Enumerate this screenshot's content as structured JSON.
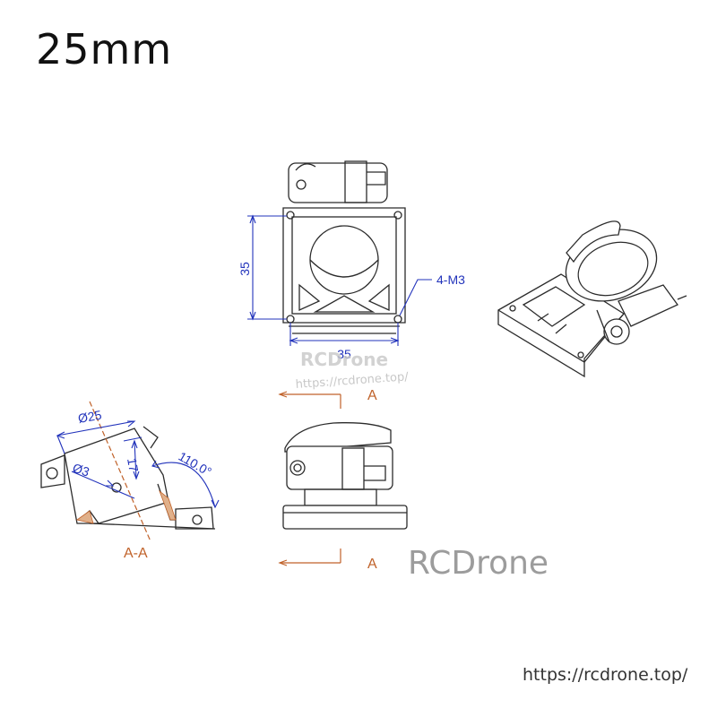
{
  "title": "25mm",
  "watermark": {
    "brand": "RCDrone",
    "url": "https://rcdrone.top/"
  },
  "dimensions": {
    "height": "35",
    "width": "35",
    "holes": "4-M3",
    "diameter": "Ø25",
    "hole_diameter": "Ø3",
    "offset": "17",
    "angle": "110.0°"
  },
  "section": {
    "marker_a": "A",
    "label": "A-A"
  },
  "colors": {
    "dimension": "#2233bb",
    "section": "#c0622a",
    "line": "#2b2b2b"
  }
}
